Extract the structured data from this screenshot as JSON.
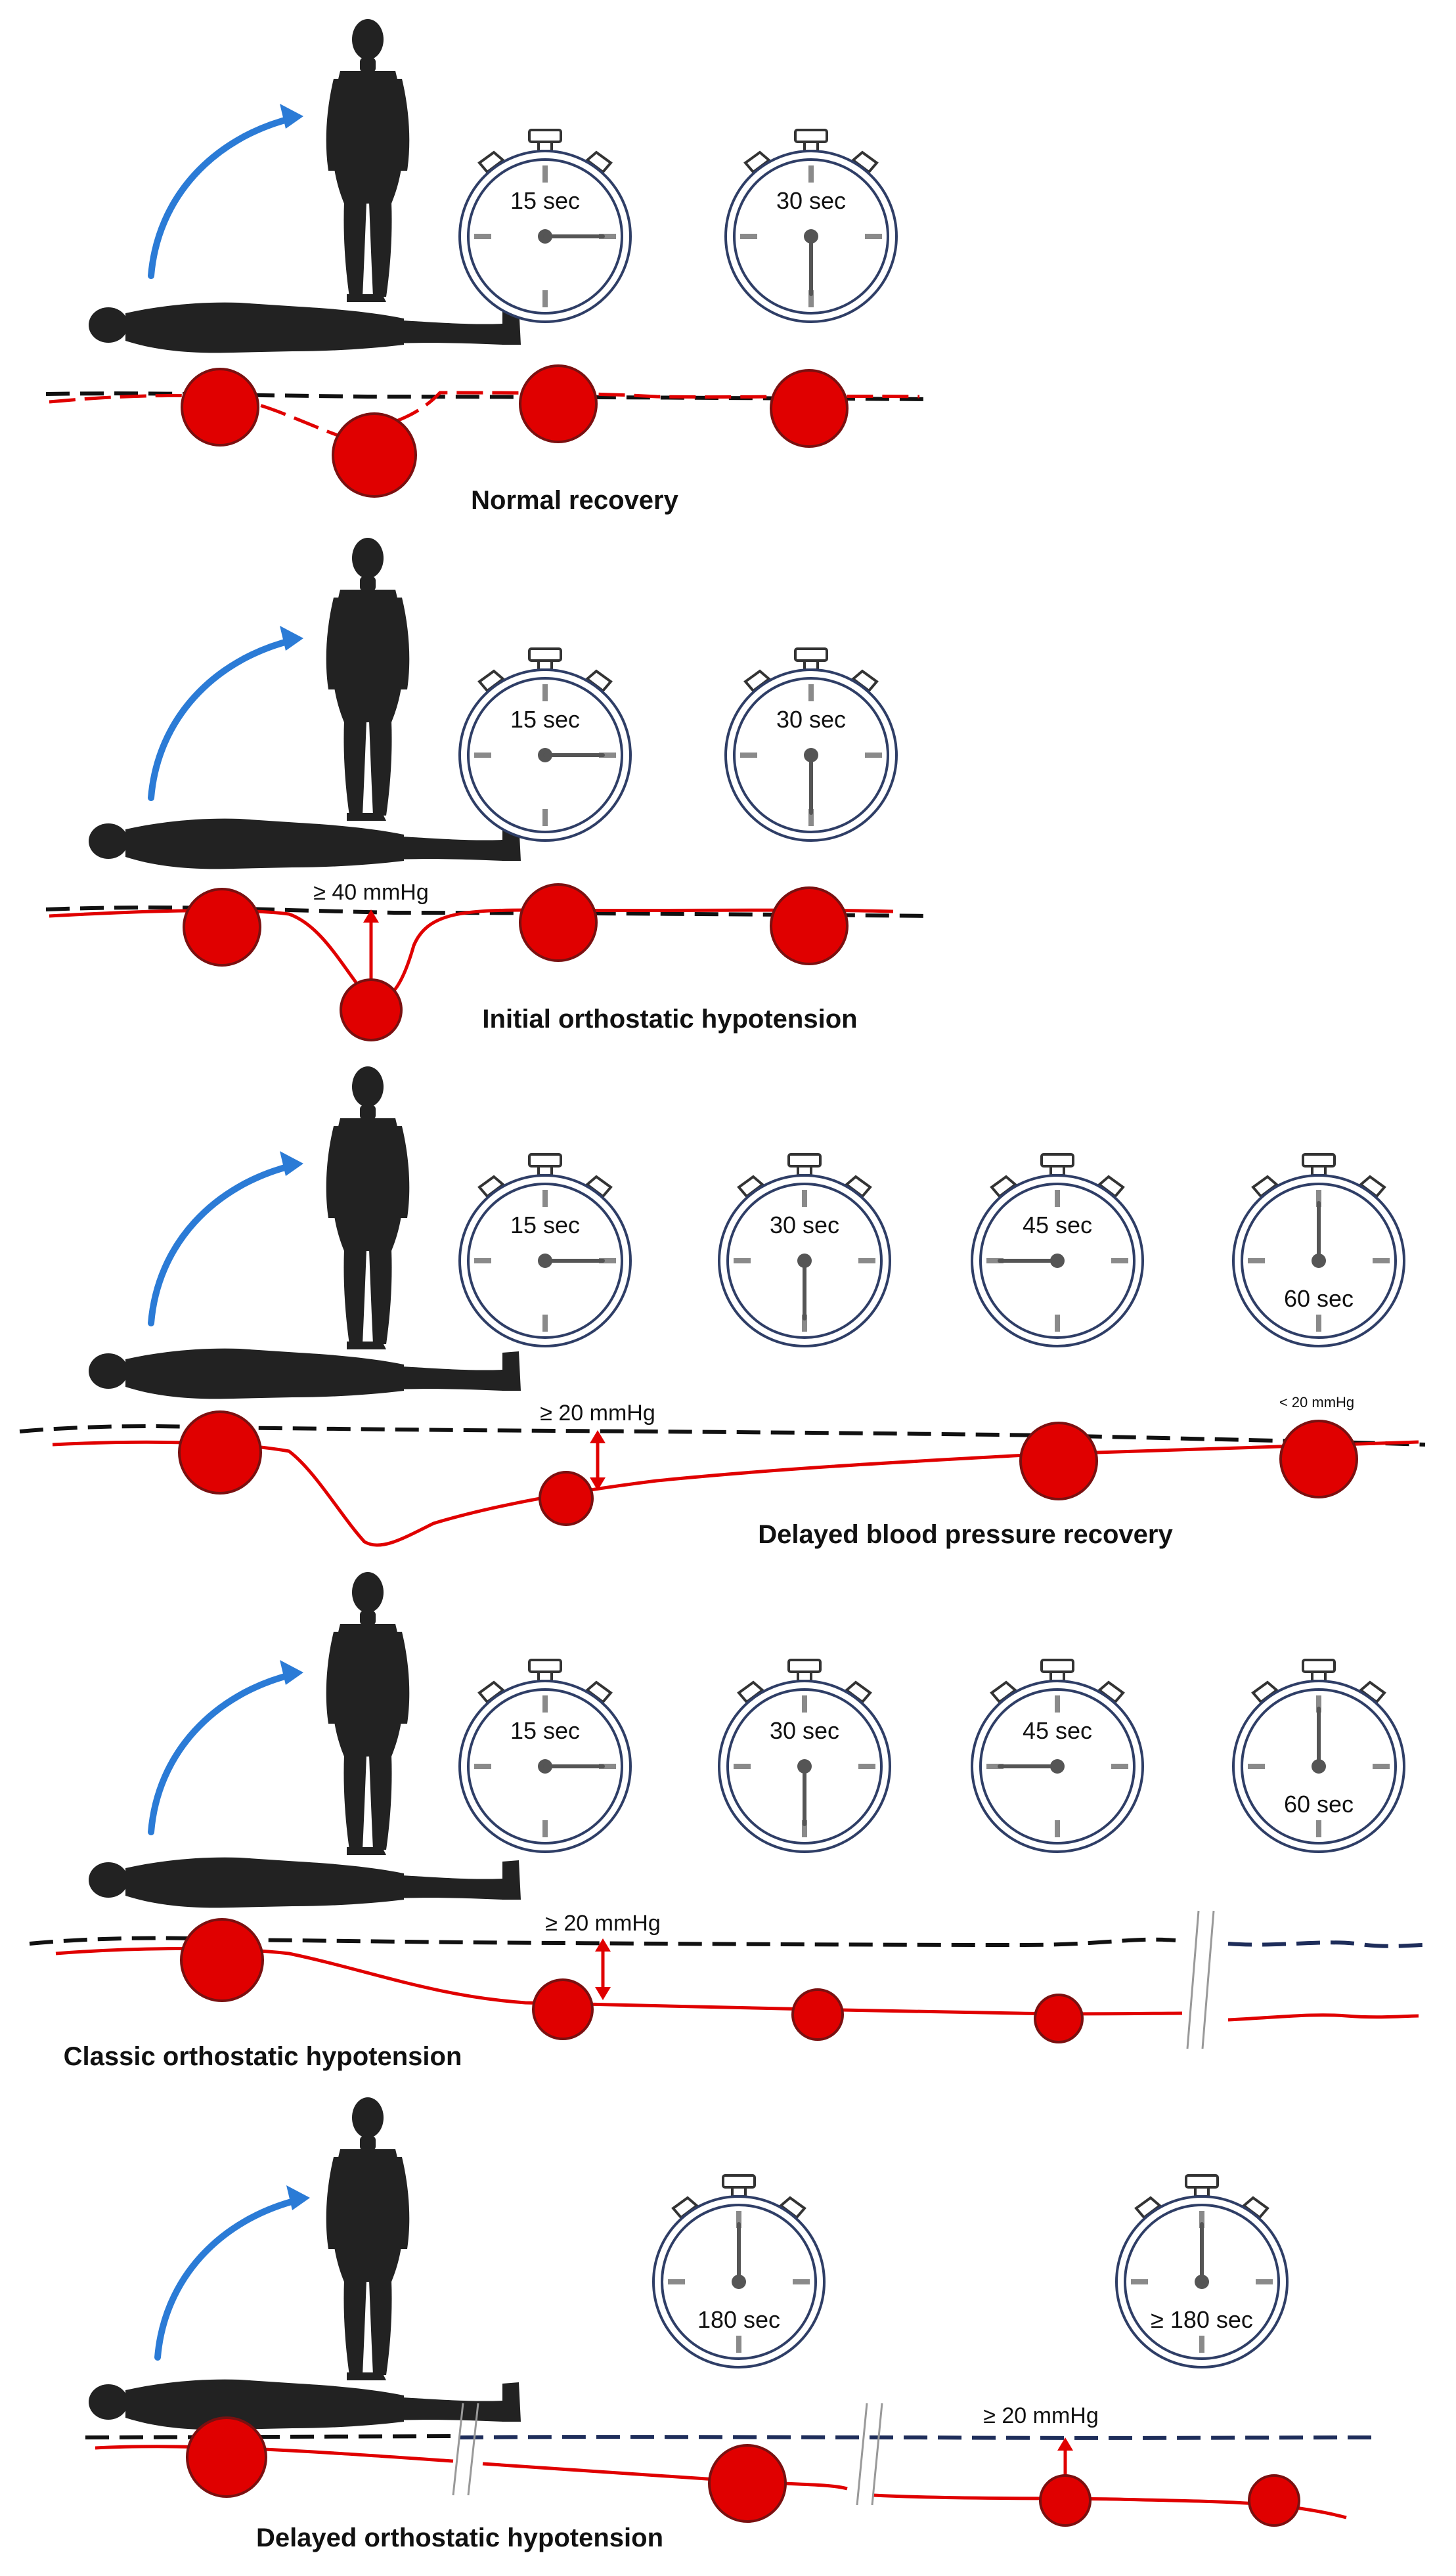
{
  "colors": {
    "silhouette": "#222222",
    "arrow": "#2b7bd6",
    "blood_cell": "#e00000",
    "blood_cell_edge": "#7a1010",
    "bp_curve": "#e00000",
    "baseline_black": "#111111",
    "baseline_navy": "#1e2d5a",
    "stopwatch_ring": "#2f3e66",
    "tick": "#8a8a8a"
  },
  "panels": [
    {
      "title": "Normal recovery",
      "timers": [
        "15 sec",
        "30 sec"
      ],
      "annotations": []
    },
    {
      "title": "Initial orthostatic hypotension",
      "timers": [
        "15 sec",
        "30 sec"
      ],
      "annotations": [
        "≥ 40 mmHg"
      ]
    },
    {
      "title": "Delayed blood pressure recovery",
      "timers": [
        "15 sec",
        "30 sec",
        "45 sec",
        "60 sec"
      ],
      "annotations": [
        "≥ 20 mmHg",
        "< 20 mmHg"
      ]
    },
    {
      "title": "Classic orthostatic hypotension",
      "timers": [
        "15 sec",
        "30 sec",
        "45 sec",
        "60 sec"
      ],
      "annotations": [
        "≥ 20 mmHg"
      ]
    },
    {
      "title": "Delayed orthostatic hypotension",
      "timers": [
        "180 sec",
        "≥ 180 sec"
      ],
      "annotations": [
        "≥ 20 mmHg"
      ]
    }
  ]
}
